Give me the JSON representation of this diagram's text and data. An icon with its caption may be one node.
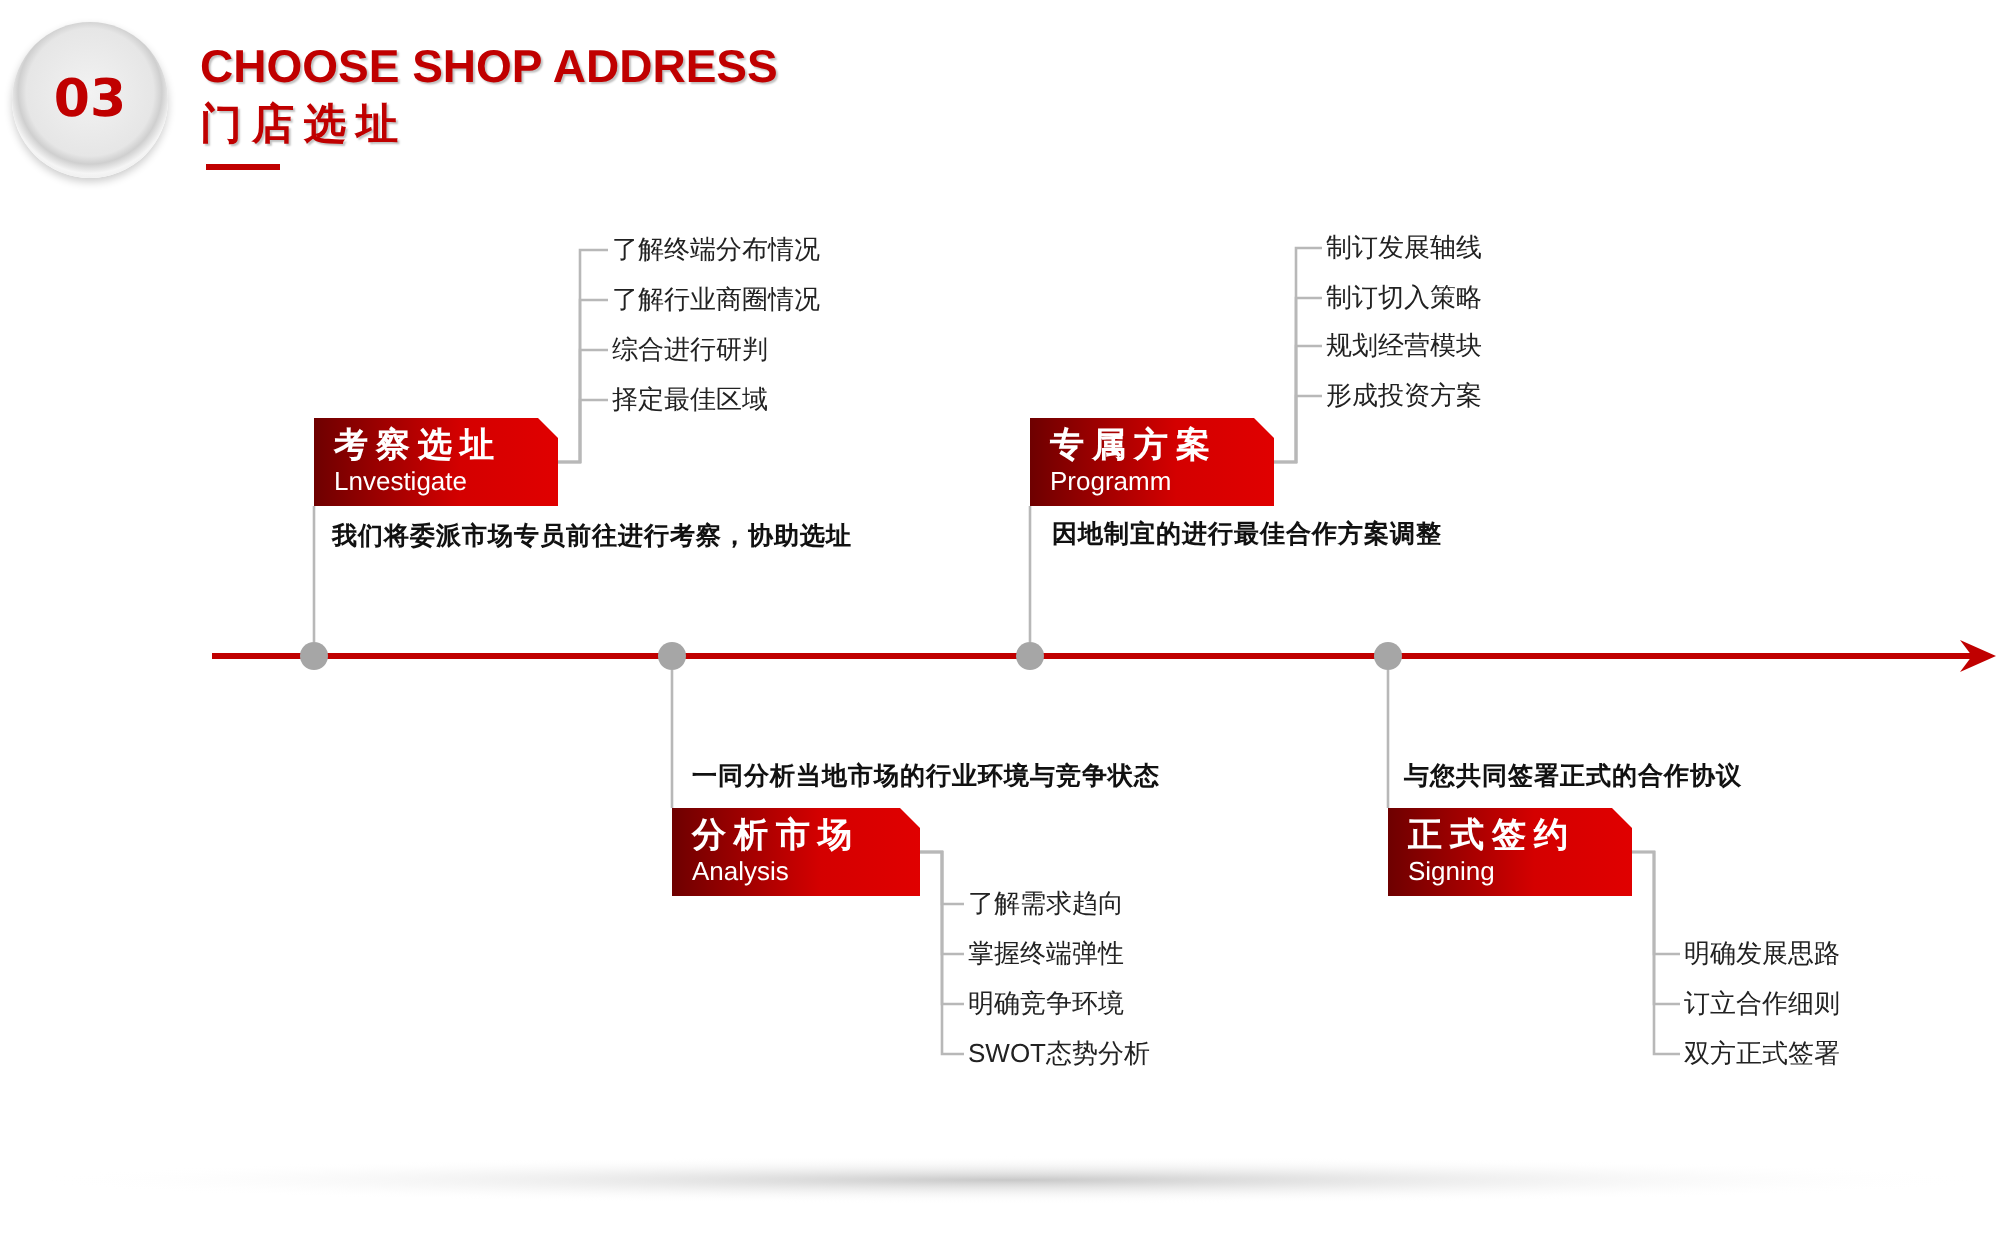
{
  "diagram": {
    "title": "CHOOSE SHOP ADDRESS",
    "nodes": [
      {
        "text": [
          "03"
        ]
      },
      {
        "text": [
          "考察选址",
          "Lnvestigate"
        ],
        "beside": [
          "我们将委派市场专员前往进行考察，协助选址"
        ]
      },
      {
        "text": [
          "了解终端分布情况"
        ]
      },
      {
        "text": [
          "了解行业商圈情况"
        ]
      },
      {
        "text": [
          "综合进行研判"
        ]
      },
      {
        "text": [
          "择定最佳区域"
        ]
      },
      {
        "text": [
          "专属方案",
          "Programm"
        ],
        "beside": [
          "因地制宜的进行最佳合作方案调整"
        ]
      },
      {
        "text": [
          "制订发展轴线"
        ]
      },
      {
        "text": [
          "制订切入策略"
        ]
      },
      {
        "text": [
          "规划经营模块"
        ]
      },
      {
        "text": [
          "形成投资方案"
        ]
      },
      {
        "text": [],
        "shape": "circle"
      },
      {
        "text": [],
        "shape": "circle"
      },
      {
        "text": [],
        "shape": "circle"
      },
      {
        "text": [],
        "shape": "circle"
      },
      {
        "text": [
          "分析市场",
          "Analysis"
        ],
        "beside": [
          "一同分析当地市场的行业环境与竞争状态"
        ]
      },
      {
        "text": [
          "了解需求趋向"
        ]
      },
      {
        "text": [
          "掌握终端弹性"
        ]
      },
      {
        "text": [
          "明确竞争环境"
        ]
      },
      {
        "text": [
          "SWOT态势分析"
        ]
      },
      {
        "text": [
          "正式签约",
          "Signing"
        ],
        "beside": [
          "与您共同签署正式的合作协议"
        ]
      },
      {
        "text": [
          "明确发展思路"
        ]
      },
      {
        "text": [
          "订立合作细则"
        ]
      },
      {
        "text": [
          "双方正式签署"
        ]
      }
    ],
    "edges": [
      {
        "from": 11,
        "to": 1,
        "arrow": "none"
      },
      {
        "from": 13,
        "to": 6,
        "arrow": "none"
      },
      {
        "from": 12,
        "to": 15,
        "arrow": "none"
      },
      {
        "from": 14,
        "to": 20,
        "arrow": "none"
      },
      {
        "from": 1,
        "to": 2,
        "arrow": "none"
      },
      {
        "from": 1,
        "to": 3,
        "arrow": "none"
      },
      {
        "from": 1,
        "to": 4,
        "arrow": "none"
      },
      {
        "from": 1,
        "to": 5,
        "arrow": "none"
      },
      {
        "from": 6,
        "to": 7,
        "arrow": "none"
      },
      {
        "from": 6,
        "to": 8,
        "arrow": "none"
      },
      {
        "from": 6,
        "to": 9,
        "arrow": "none"
      },
      {
        "from": 6,
        "to": 10,
        "arrow": "none"
      },
      {
        "from": 15,
        "to": 16,
        "arrow": "none"
      },
      {
        "from": 15,
        "to": 17,
        "arrow": "none"
      },
      {
        "from": 15,
        "to": 18,
        "arrow": "none"
      },
      {
        "from": 15,
        "to": 19,
        "arrow": "none"
      },
      {
        "from": 20,
        "to": 21,
        "arrow": "none"
      },
      {
        "from": 20,
        "to": 22,
        "arrow": "none"
      },
      {
        "from": 20,
        "to": 23,
        "arrow": "none"
      }
    ],
    "labels": [
      "门店选址"
    ]
  }
}
